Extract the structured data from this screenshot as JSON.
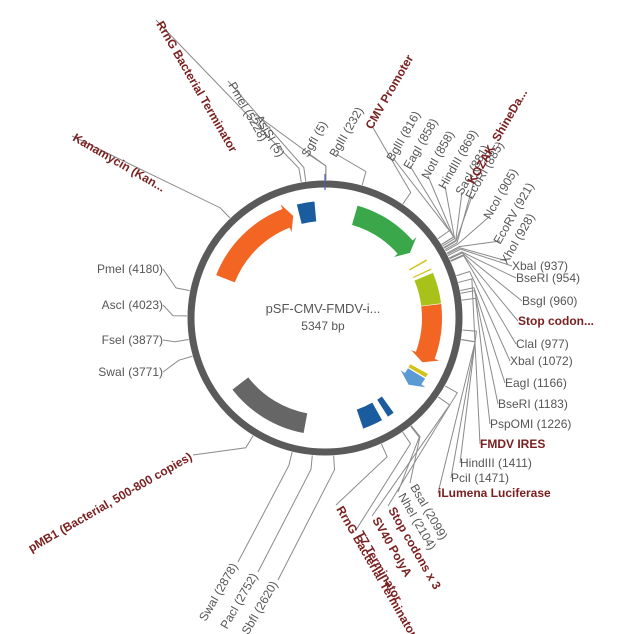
{
  "plasmid": {
    "name": "pSF-CMV-FMDV-i...",
    "length_label": "5347 bp",
    "total_bp": 5347
  },
  "colors": {
    "backbone": "#5a5a5a",
    "promoter": "#3aa84a",
    "terminator": "#1a5c9e",
    "resistance": "#f26522",
    "origin": "#666666",
    "luciferase": "#f26522",
    "ires": "#a8c21a",
    "kozak": "#d4c21a",
    "misc": "#5b9bd5",
    "feature_text": "#7a2020",
    "site_text": "#555555"
  },
  "features": [
    {
      "label": "RrnG Bacterial Terminator",
      "start": 5140,
      "end": 5270,
      "color": "#1a5c9e",
      "arrow": false
    },
    {
      "label": "CMV Promoter",
      "start": 240,
      "end": 780,
      "color": "#3aa84a",
      "arrow": true
    },
    {
      "label": "KOZAK_ShineDa...",
      "start": 890,
      "end": 902,
      "color": "#d4c21a",
      "arrow": false
    },
    {
      "label": "Stop codon...",
      "start": 965,
      "end": 975,
      "color": "#d4c21a",
      "arrow": false
    },
    {
      "label": "FMDV IRES",
      "start": 1000,
      "end": 1230,
      "color": "#a8c21a",
      "arrow": false
    },
    {
      "label": "iLumena Luciferase",
      "start": 1235,
      "end": 1700,
      "color": "#f26522",
      "arrow": true
    },
    {
      "label": "Stop codons x 3",
      "start": 1760,
      "end": 1790,
      "color": "#d4c21a",
      "arrow": false
    },
    {
      "label": "SV40 PolyA",
      "start": 1800,
      "end": 1910,
      "color": "#5b9bd5",
      "arrow": true
    },
    {
      "label": "T7 Terminator",
      "start": 2140,
      "end": 2190,
      "color": "#1a5c9e",
      "arrow": false
    },
    {
      "label": "RrnG Bacterial Terminator",
      "start": 2240,
      "end": 2390,
      "color": "#1a5c9e",
      "arrow": false
    },
    {
      "label": "pMB1 (Bacterial, 500-800 copies)",
      "start": 2830,
      "end": 3450,
      "color": "#666666",
      "arrow": false
    },
    {
      "label": "Kanamycin (Kan...",
      "start": 4330,
      "end": 5090,
      "color": "#f26522",
      "arrow": true
    }
  ],
  "labels": [
    {
      "text": "Stop codon...",
      "type": "feature",
      "pos": 972
    },
    {
      "text": "RrnG Bacterial Terminator",
      "type": "feature",
      "pos": 5200
    },
    {
      "text": "PmeI (5228)",
      "type": "site",
      "pos": 5228
    },
    {
      "text": "AsiSI (5)",
      "type": "site",
      "pos": 5
    },
    {
      "text": "SgfI (5)",
      "type": "site",
      "pos": 5
    },
    {
      "text": "BglII (232)",
      "type": "site",
      "pos": 232
    },
    {
      "text": "CMV Promoter",
      "type": "feature",
      "pos": 510
    },
    {
      "text": "BglII (816)",
      "type": "site",
      "pos": 816
    },
    {
      "text": "EagI (858)",
      "type": "site",
      "pos": 858
    },
    {
      "text": "NotI (858)",
      "type": "site",
      "pos": 858
    },
    {
      "text": "HindIII (869)",
      "type": "site",
      "pos": 869
    },
    {
      "text": "SacI (881)",
      "type": "site",
      "pos": 881
    },
    {
      "text": "EcoRI (885)",
      "type": "site",
      "pos": 885
    },
    {
      "text": "KOZAK_ShineDa...",
      "type": "feature",
      "pos": 896
    },
    {
      "text": "NcoI (905)",
      "type": "site",
      "pos": 905
    },
    {
      "text": "EcoRV (921)",
      "type": "site",
      "pos": 921
    },
    {
      "text": "XhoI (928)",
      "type": "site",
      "pos": 928
    },
    {
      "text": "XbaI (937)",
      "type": "site",
      "pos": 937
    },
    {
      "text": "BseRI (954)",
      "type": "site",
      "pos": 954
    },
    {
      "text": "BsgI (960)",
      "type": "site",
      "pos": 960
    },
    {
      "text": "ClaI (977)",
      "type": "site",
      "pos": 977
    },
    {
      "text": "XbaI (1072)",
      "type": "site",
      "pos": 1072
    },
    {
      "text": "EagI (1166)",
      "type": "site",
      "pos": 1166
    },
    {
      "text": "BseRI (1183)",
      "type": "site",
      "pos": 1183
    },
    {
      "text": "PspOMI (1226)",
      "type": "site",
      "pos": 1226
    },
    {
      "text": "FMDV IRES",
      "type": "feature",
      "pos": 1115
    },
    {
      "text": "HindIII (1411)",
      "type": "site",
      "pos": 1411
    },
    {
      "text": "PciI (1471)",
      "type": "site",
      "pos": 1471
    },
    {
      "text": "iLumena Luciferase",
      "type": "feature",
      "pos": 1470
    },
    {
      "text": "BsaI (2099)",
      "type": "site",
      "pos": 2099
    },
    {
      "text": "NheI (2104)",
      "type": "site",
      "pos": 2104
    },
    {
      "text": "Stop codons x 3",
      "type": "feature",
      "pos": 1775
    },
    {
      "text": "SV40 PolyA",
      "type": "feature",
      "pos": 1855
    },
    {
      "text": "T7 Terminator",
      "type": "feature",
      "pos": 2165
    },
    {
      "text": "RrnG Bacterial Terminator",
      "type": "feature",
      "pos": 2315
    },
    {
      "text": "SbfI (2620)",
      "type": "site",
      "pos": 2620
    },
    {
      "text": "PacI (2752)",
      "type": "site",
      "pos": 2752
    },
    {
      "text": "SwaI (2878)",
      "type": "site",
      "pos": 2878
    },
    {
      "text": "pMB1 (Bacterial, 500-800 copies)",
      "type": "feature",
      "pos": 3140
    },
    {
      "text": "SwaI (3771)",
      "type": "site",
      "pos": 3771
    },
    {
      "text": "FseI (3877)",
      "type": "site",
      "pos": 3877
    },
    {
      "text": "AscI (4023)",
      "type": "site",
      "pos": 4023
    },
    {
      "text": "PmeI (4180)",
      "type": "site",
      "pos": 4180
    },
    {
      "text": "Kanamycin (Kan...",
      "type": "feature",
      "pos": 4700
    }
  ]
}
